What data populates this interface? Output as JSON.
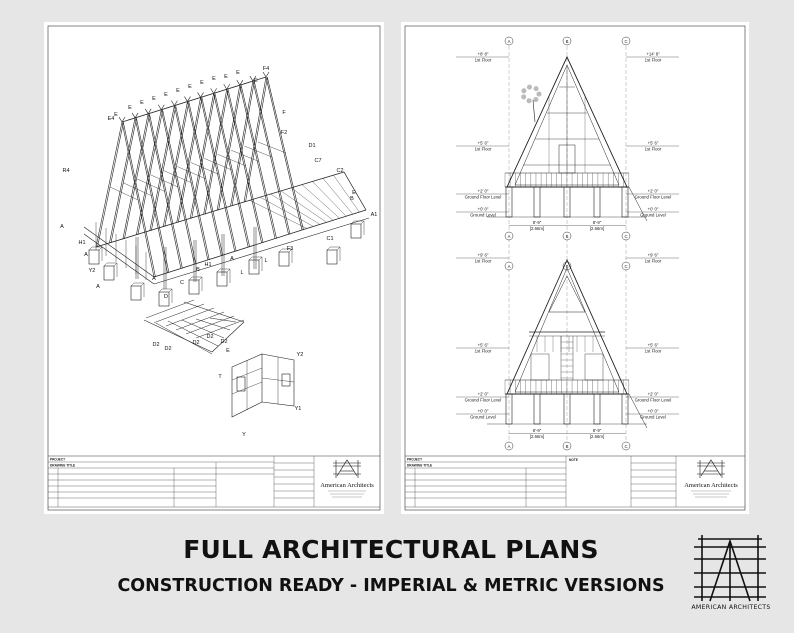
{
  "headline": {
    "title": "FULL ARCHITECTURAL PLANS",
    "subtitle": "CONSTRUCTION READY - IMPERIAL & METRIC VERSIONS"
  },
  "brand": {
    "logo_text": "AMERICAN ARCHITECTS",
    "sheet_brand": "American Architects"
  },
  "left_sheet": {
    "project_label": "PROJECT",
    "drawing_label": "DRAWING TITLE",
    "frame_labels": {
      "top": [
        "E4",
        "E",
        "E",
        "E",
        "E",
        "E",
        "E",
        "E",
        "E",
        "E",
        "E",
        "E",
        "F4",
        "E",
        "F",
        "F2",
        "D1",
        "C7",
        "C2",
        "B"
      ],
      "left": [
        "R4",
        "A",
        "H1",
        "A",
        "Y2",
        "A"
      ],
      "bottom": [
        "A",
        "D",
        "C",
        "B",
        "H1",
        "A",
        "L",
        "L",
        "F3",
        "C1",
        "A1",
        "E"
      ]
    },
    "floor_labels": [
      "D2",
      "D2",
      "D2",
      "D2",
      "D2"
    ],
    "wall_labels": [
      "Y2",
      "T",
      "Y1",
      "Y",
      "E"
    ]
  },
  "right_sheet": {
    "project_label": "PROJECT",
    "drawing_label": "DRAWING TITLE",
    "notes_label": "NOTE",
    "gridlines": [
      "A",
      "B",
      "C"
    ],
    "top_elevation": {
      "left_levels": [
        {
          "value": "+8' 8\"",
          "name": "1st Floor"
        },
        {
          "value": "+5' 6\"",
          "name": "1st Floor"
        },
        {
          "value": "+2' 0\"",
          "name": "Ground Floor Level"
        },
        {
          "value": "+0' 0\"",
          "name": "Ground Level"
        }
      ],
      "right_levels": [
        {
          "value": "+14' 8\"",
          "name": "1st Floor"
        },
        {
          "value": "+5' 6\"",
          "name": "1st Floor"
        },
        {
          "value": "+2' 0\"",
          "name": "Ground Floor Level"
        },
        {
          "value": "+0' 0\"",
          "name": "Ground Level"
        }
      ],
      "spans": [
        "8'-9\"",
        "8'-9\"",
        "[2.66m]",
        "[2.66m]"
      ]
    },
    "bottom_elevation": {
      "left_levels": [
        {
          "value": "+9' 6\"",
          "name": "1st Floor"
        },
        {
          "value": "+5' 6\"",
          "name": "1st Floor"
        },
        {
          "value": "+2' 0\"",
          "name": "Ground Floor Level"
        },
        {
          "value": "+0' 0\"",
          "name": "Ground Level"
        }
      ],
      "right_levels": [
        {
          "value": "+9' 6\"",
          "name": "1st Floor"
        },
        {
          "value": "+5' 6\"",
          "name": "1st Floor"
        },
        {
          "value": "+2' 0\"",
          "name": "Ground Floor Level"
        },
        {
          "value": "+0' 0\"",
          "name": "Ground Level"
        }
      ],
      "spans": [
        "8'-9\"",
        "8'-9\"",
        "[2.66m]",
        "[2.66m]"
      ]
    }
  }
}
